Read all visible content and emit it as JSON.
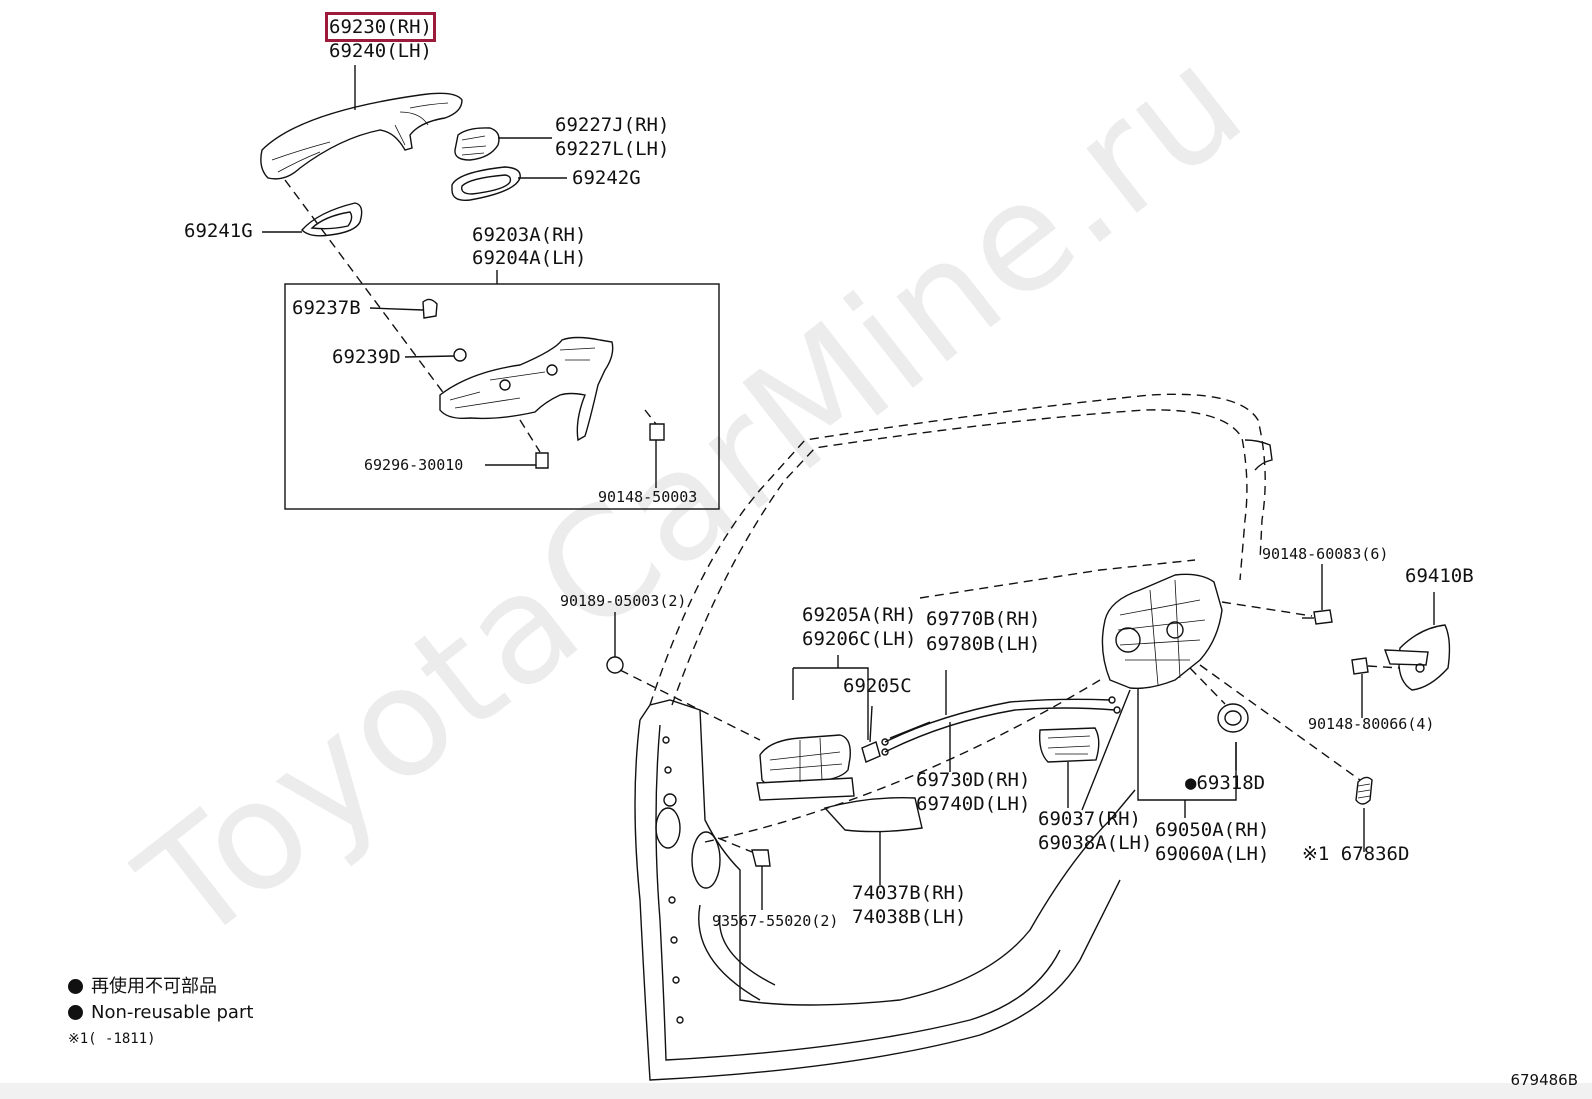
{
  "watermark": "ToyotaCarMine.ru",
  "illustration_id": "679486B",
  "highlighted_part": "69230(RH)",
  "labels": {
    "p69230": "69230(RH)",
    "p69240": "69240(LH)",
    "p69227J": "69227J(RH)",
    "p69227L": "69227L(LH)",
    "p69242G": "69242G",
    "p69241G": "69241G",
    "p69203A": "69203A(RH)",
    "p69204A": "69204A(LH)",
    "p69237B": "69237B",
    "p69239D": "69239D",
    "p69296": "69296-30010",
    "p90148_50003": "90148-50003",
    "p90189": "90189-05003(2)",
    "p69205A": "69205A(RH)",
    "p69206C": "69206C(LH)",
    "p69770B": "69770B(RH)",
    "p69780B": "69780B(LH)",
    "p69205C": "69205C",
    "p69730D": "69730D(RH)",
    "p69740D": "69740D(LH)",
    "p69037": "69037(RH)",
    "p69038A": "69038A(LH)",
    "p69318D": "●69318D",
    "p69050A": "69050A(RH)",
    "p69060A": "69060A(LH)",
    "p67836D": "※1 67836D",
    "p90148_60083": "90148-60083(6)",
    "p69410B": "69410B",
    "p90148_80066": "90148-80066(4)",
    "p74037B": "74037B(RH)",
    "p74038B": "74038B(LH)",
    "p93567": "93567-55020(2)"
  },
  "legend": {
    "line1": "再使用不可部品",
    "line2": "Non-reusable part",
    "note": "※1(     -1811)"
  }
}
